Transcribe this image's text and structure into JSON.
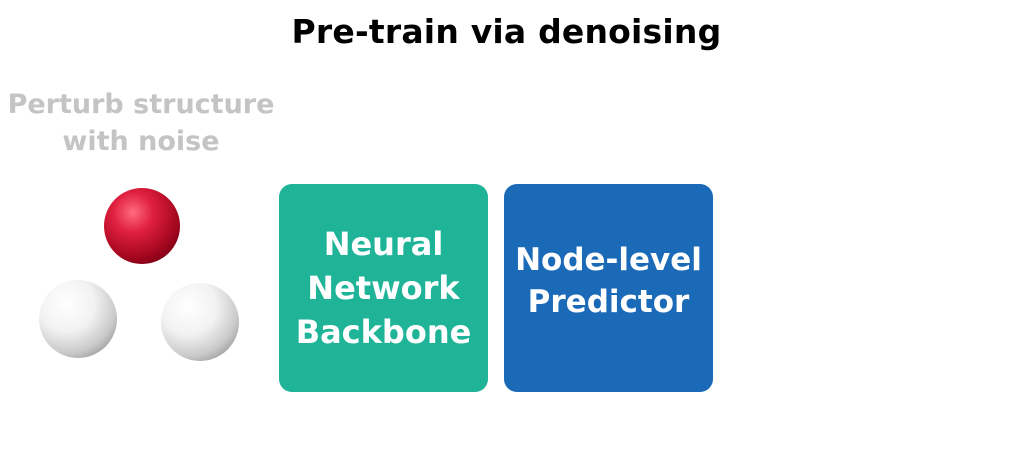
{
  "title": "Pre-train via denoising",
  "caption": {
    "line1": "Perturb structure",
    "line2": "with noise"
  },
  "molecule": {
    "atoms": [
      {
        "role": "top",
        "color": "#c8102e"
      },
      {
        "role": "bottom-left",
        "color": "#e6e6e6"
      },
      {
        "role": "bottom-right",
        "color": "#e6e6e6"
      }
    ]
  },
  "backbone_box": {
    "lines": [
      "Neural",
      "Network",
      "Backbone"
    ],
    "color": "#1fb498"
  },
  "predictor_box": {
    "lines": [
      "Node-level",
      "Predictor"
    ],
    "color": "#1b6ab8"
  }
}
